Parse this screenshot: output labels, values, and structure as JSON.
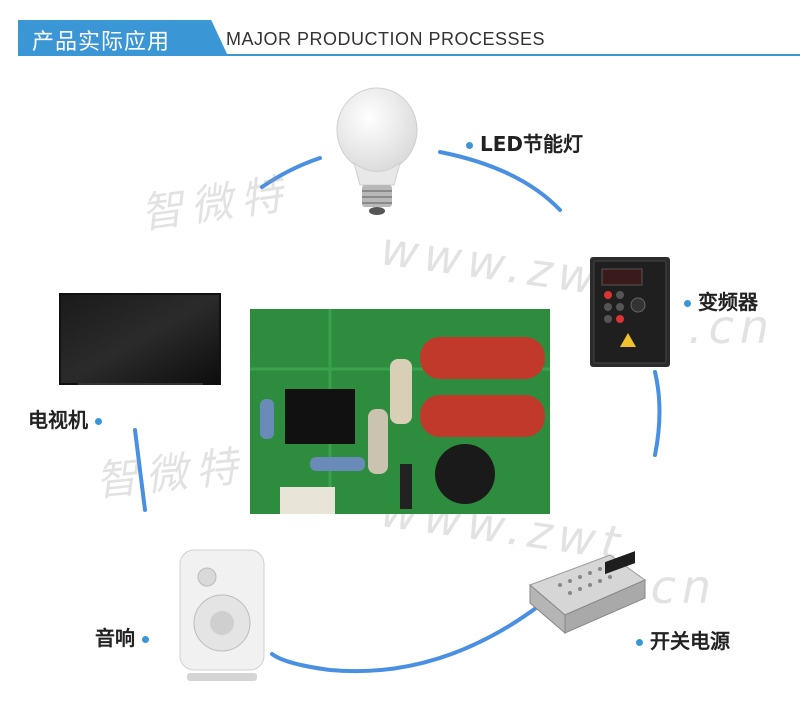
{
  "header": {
    "title_cn": "产品实际应用",
    "title_en": "MAJOR PRODUCTION PROCESSES"
  },
  "products": {
    "led": "LED节能灯",
    "inverter": "变频器",
    "tv": "电视机",
    "speaker": "音响",
    "power_supply": "开关电源"
  },
  "watermark": {
    "cn": "智微特",
    "url1": "www.zwt",
    "url2": ".cn"
  },
  "colors": {
    "accent": "#3b96d6"
  }
}
